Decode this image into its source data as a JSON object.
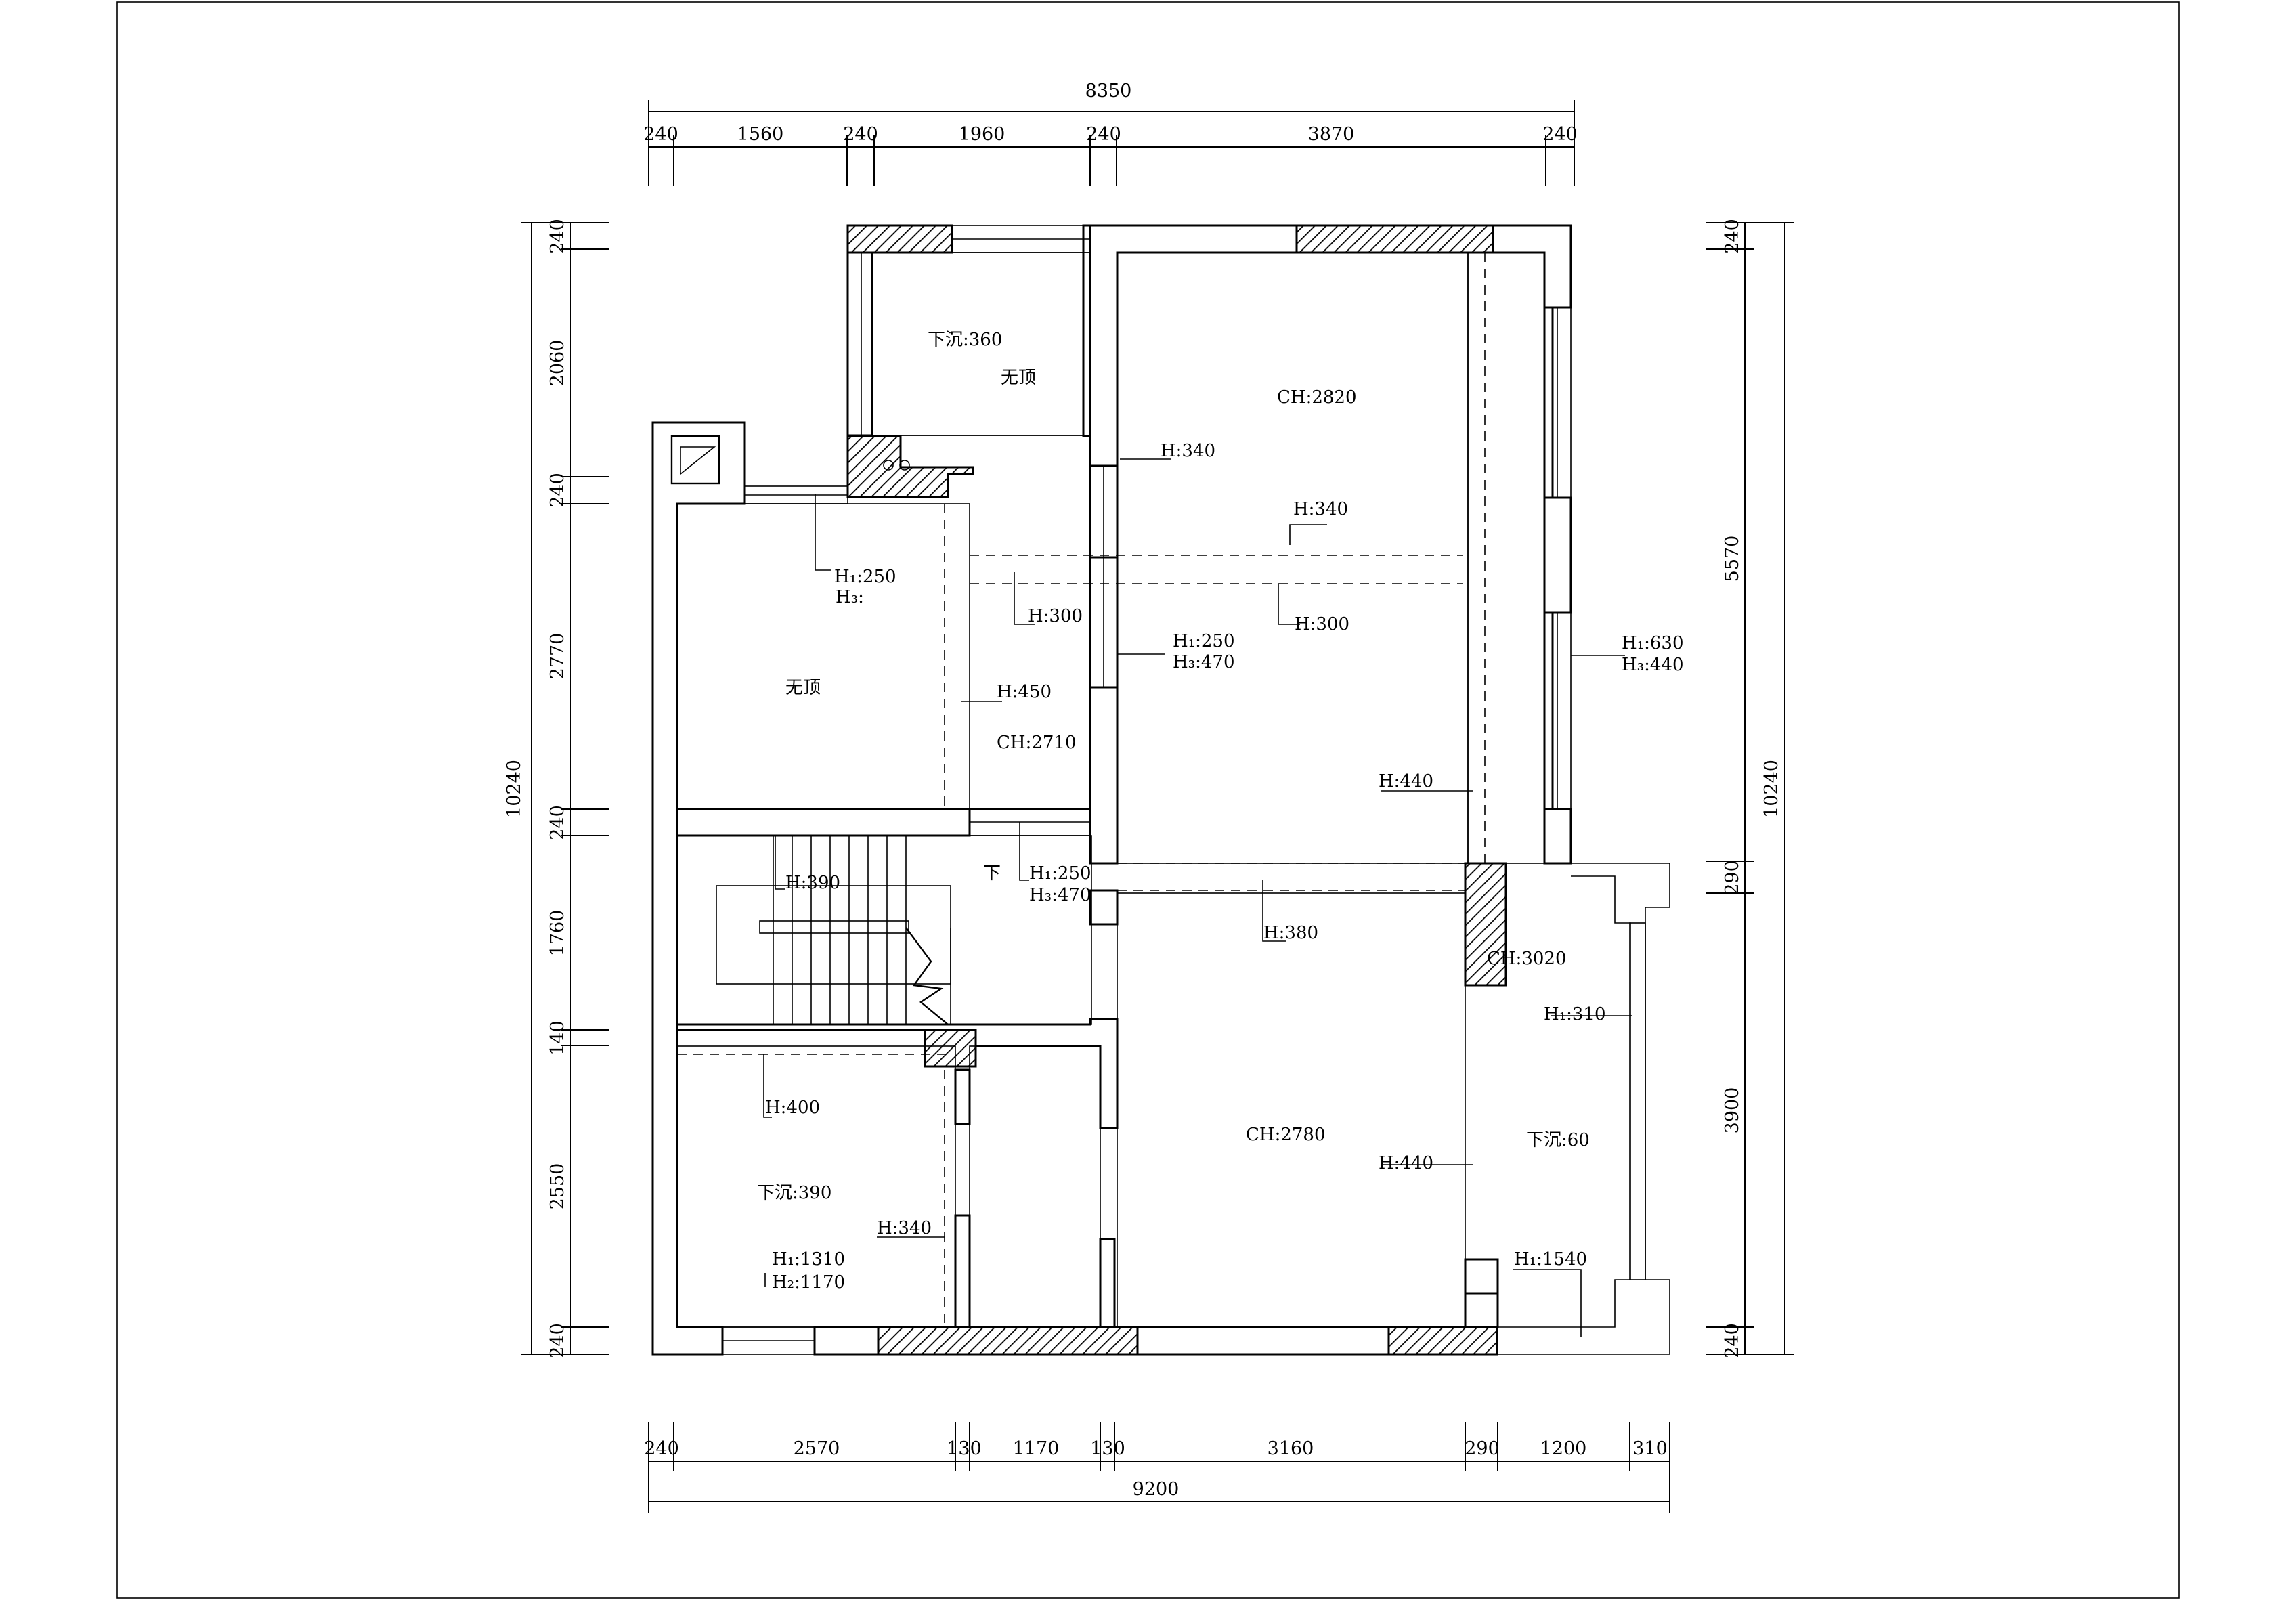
{
  "dimensions": {
    "top_total": "8350",
    "top_segments": [
      "240",
      "1560",
      "240",
      "1960",
      "240",
      "3870",
      "240"
    ],
    "bottom_total": "9200",
    "bottom_segments": [
      "240",
      "2570",
      "130",
      "1170",
      "130",
      "3160",
      "290",
      "1200",
      "310"
    ],
    "left_total": "10240",
    "left_segments": [
      "240",
      "2060",
      "240",
      "2770",
      "240",
      "1760",
      "140",
      "2550",
      "240"
    ],
    "right_total": "10240",
    "right_segments": [
      "240",
      "5570",
      "290",
      "3900",
      "240"
    ]
  },
  "labels": {
    "sink_360": "下沉:360",
    "no_ceiling_a": "无顶",
    "ch_2820": "CH:2820",
    "h_340_a": "H:340",
    "h_340_b": "H:340",
    "h1_250_a": "H₁:250",
    "h3_blank": "H₃:",
    "h_300_a": "H:300",
    "h_300_b": "H:300",
    "h1_250_b": "H₁:250",
    "h3_470_a": "H₃:470",
    "h1_630": "H₁:630",
    "h3_440": "H₃:440",
    "no_ceiling_b": "无顶",
    "h_450": "H:450",
    "ch_2710": "CH:2710",
    "h_440_a": "H:440",
    "h_390": "H:390",
    "down": "下",
    "h1_250_c": "H₁:250",
    "h3_470_b": "H₃:470",
    "h_380": "H:380",
    "ch_3020": "CH:3020",
    "h1_310": "H₁:310",
    "h_400": "H:400",
    "ch_2780": "CH:2780",
    "h_440_b": "H:440",
    "sink_60": "下沉:60",
    "sink_390": "下沉:390",
    "h_340_c": "H:340",
    "h1_1310": "H₁:1310",
    "h2_1170": "H₂:1170",
    "h1_1540": "H₁:1540"
  }
}
